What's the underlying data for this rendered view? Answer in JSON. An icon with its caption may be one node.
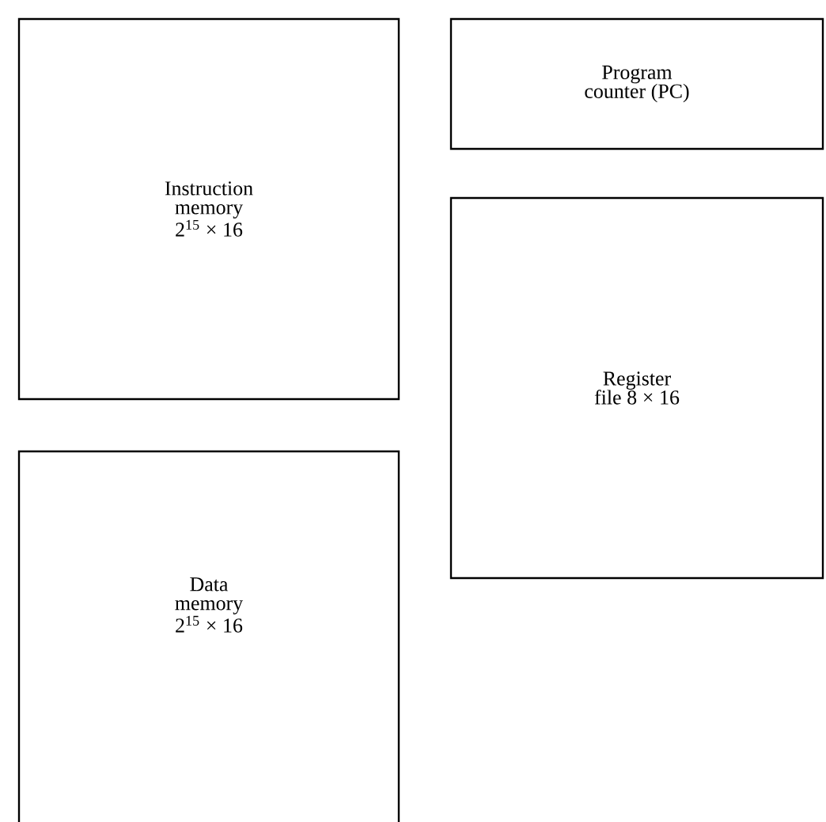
{
  "diagram": {
    "nodes": [
      {
        "text": [
          "Instruction memory 2$^{15}$ × 16"
        ]
      },
      {
        "text": [
          "Program counter (PC)"
        ]
      },
      {
        "text": [
          "Register file 8 × 16"
        ]
      },
      {
        "text": [
          "Data memory 2$^{15}$ × 16"
        ]
      }
    ]
  }
}
